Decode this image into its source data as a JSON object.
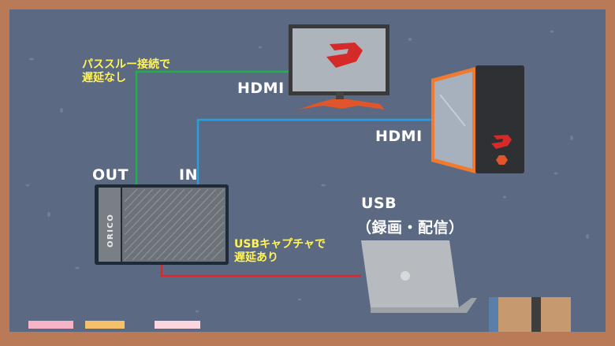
{
  "diagram": {
    "labels": {
      "passthrough_line1": "パススルー接続で",
      "passthrough_line2": "遅延なし",
      "hdmi_monitor": "HDMI",
      "hdmi_pc": "HDMI",
      "out": "OUT",
      "in": "IN",
      "usb": "USB",
      "usb_purpose": "（録画・配信）",
      "capture_line1": "USBキャプチャで",
      "capture_line2": "遅延あり"
    },
    "device_brand": "ORICO",
    "colors": {
      "board": "#5b6982",
      "frame": "#b97a57",
      "passthrough_cable": "#22b04c",
      "hdmi_cable": "#2a9fe0",
      "usb_cable": "#e0262d",
      "note_text": "#fff55a",
      "label_text": "#ffffff"
    }
  }
}
